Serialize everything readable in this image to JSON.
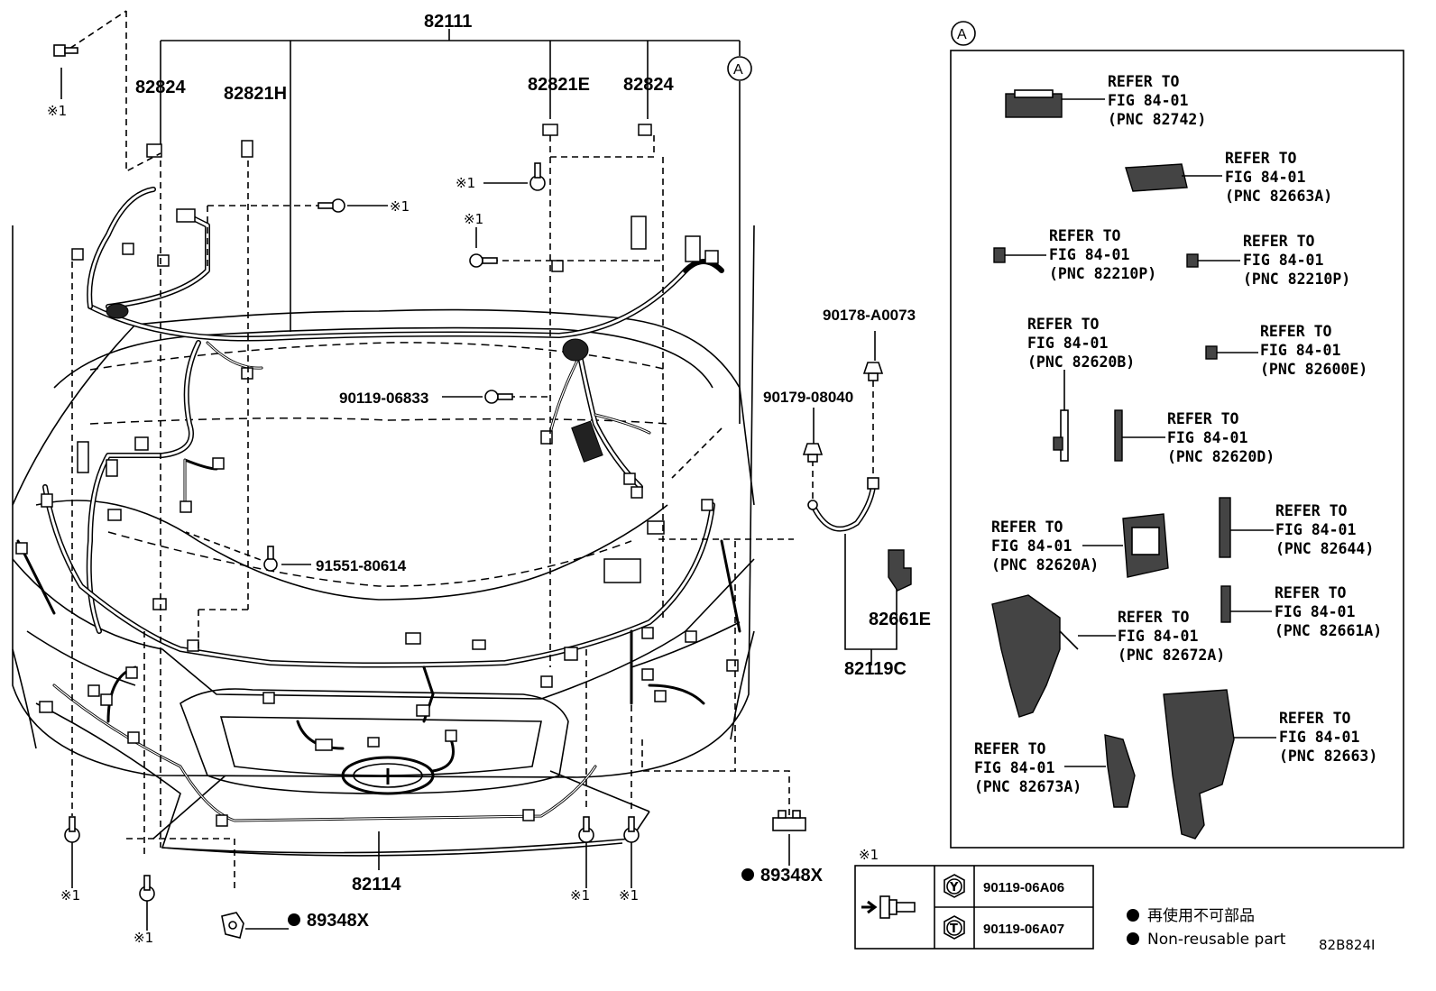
{
  "diagram_id": "82B824I",
  "callout_A": "A",
  "main_labels": {
    "harness_main": "82111",
    "p82824_left": "82824",
    "p82821H": "82821H",
    "p82821E": "82821E",
    "p82824_right": "82824",
    "bolt_90119_06833": "90119-06833",
    "screw_91551_80614": "91551-80614",
    "nut_90178_A0073": "90178-A0073",
    "clip_90179_08040": "90179-08040",
    "p82661E": "82661E",
    "p82119C": "82119C",
    "p82114": "82114",
    "clamp_89348X_left": "89348X",
    "clamp_89348X_right": "89348X"
  },
  "mark": "※1",
  "refs": {
    "r82742": {
      "l1": "REFER TO",
      "l2": "FIG 84-01",
      "l3": "(PNC 82742)"
    },
    "r82663A": {
      "l1": "REFER TO",
      "l2": "FIG 84-01",
      "l3": "(PNC 82663A)"
    },
    "r82210P_a": {
      "l1": "REFER TO",
      "l2": "FIG 84-01",
      "l3": "(PNC 82210P)"
    },
    "r82210P_b": {
      "l1": "REFER TO",
      "l2": "FIG 84-01",
      "l3": "(PNC 82210P)"
    },
    "r82620B": {
      "l1": "REFER TO",
      "l2": "FIG 84-01",
      "l3": "(PNC 82620B)"
    },
    "r82600E": {
      "l1": "REFER TO",
      "l2": "FIG 84-01",
      "l3": "(PNC 82600E)"
    },
    "r82620D": {
      "l1": "REFER TO",
      "l2": "FIG 84-01",
      "l3": "(PNC 82620D)"
    },
    "r82620A": {
      "l1": "REFER TO",
      "l2": "FIG 84-01",
      "l3": "(PNC 82620A)"
    },
    "r82644": {
      "l1": "REFER TO",
      "l2": "FIG 84-01",
      "l3": "(PNC 82644)"
    },
    "r82672A": {
      "l1": "REFER TO",
      "l2": "FIG 84-01",
      "l3": "(PNC 82672A)"
    },
    "r82661A": {
      "l1": "REFER TO",
      "l2": "FIG 84-01",
      "l3": "(PNC 82661A)"
    },
    "r82673A": {
      "l1": "REFER TO",
      "l2": "FIG 84-01",
      "l3": "(PNC 82673A)"
    },
    "r82663": {
      "l1": "REFER TO",
      "l2": "FIG 84-01",
      "l3": "(PNC 82663)"
    }
  },
  "table": {
    "header": "※1",
    "row1": {
      "symbol": "Y",
      "code": "90119-06A06"
    },
    "row2": {
      "symbol": "T",
      "code": "90119-06A07"
    }
  },
  "legend": {
    "jp": "再使用不可部品",
    "en": "Non-reusable part"
  }
}
